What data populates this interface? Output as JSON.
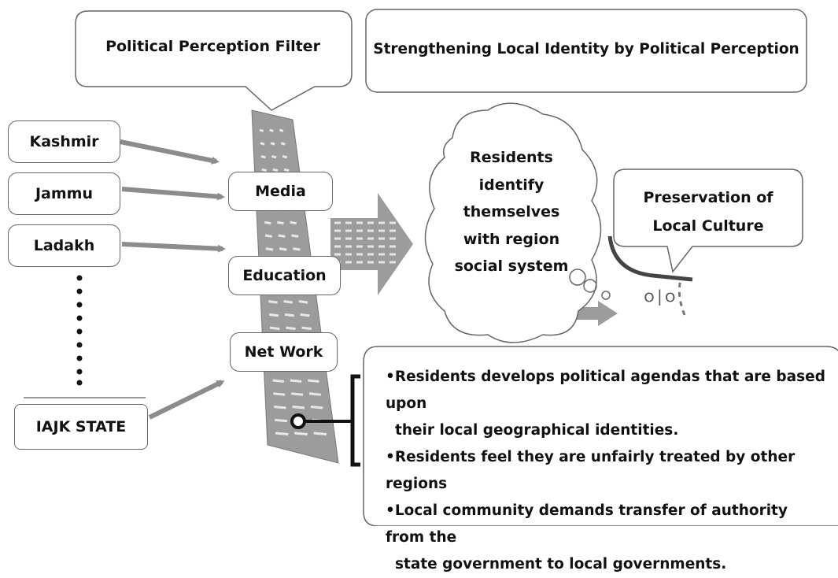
{
  "filter_title": "Political Perception Filter",
  "top_title": "Strengthening Local Identity by Political Perception",
  "regions": [
    "Kashmir",
    "Jammu",
    "Ladakh"
  ],
  "state_label": "IAJK STATE",
  "channels": [
    "Media",
    "Education",
    "Net Work"
  ],
  "cloud_text": [
    "Residents",
    "identify",
    "themselves",
    "with region",
    "social system"
  ],
  "preservation_text": [
    "Preservation of",
    "Local Culture"
  ],
  "outcomes": [
    "•Residents develops political agendas that are based upon",
    "their local geographical identities.",
    "•Residents feel they are unfairly treated by other regions",
    "•Local community demands transfer of authority from the",
    "state government to local governments."
  ],
  "colors": {
    "arrow": "#8c8c8c",
    "filter": "#9a9a9a",
    "border": "#666666"
  }
}
